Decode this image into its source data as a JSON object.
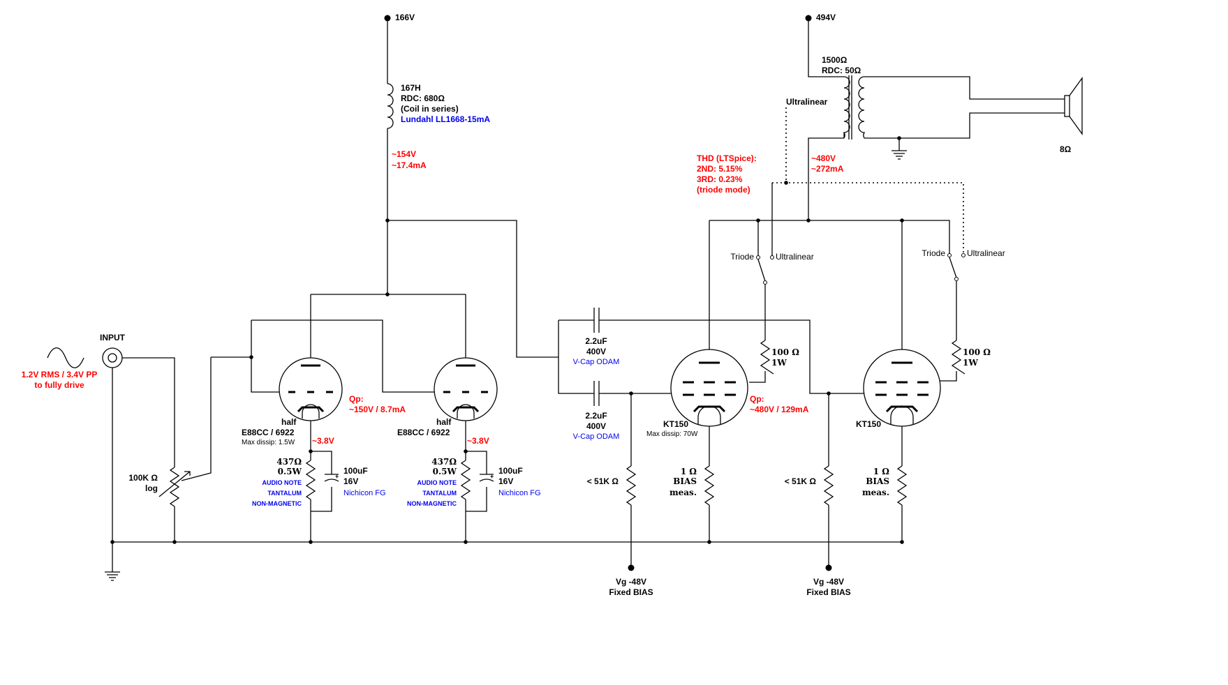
{
  "rails": {
    "b1": "166V",
    "b2": "494V"
  },
  "choke": {
    "l1": "167H",
    "l2": "RDC: 680Ω",
    "l3": "(Coil in series)",
    "part": "Lundahl LL1668-15mA"
  },
  "choke_op": {
    "v": "~154V",
    "i": "~17.4mA"
  },
  "opt": {
    "l1": "1500Ω",
    "l2": "RDC: 50Ω",
    "tap": "Ultralinear",
    "speaker": "8Ω"
  },
  "out_op": {
    "v": "~480V",
    "i": "~272mA"
  },
  "thd": {
    "l1": "THD (LTSpice):",
    "l2": "2ND: 5.15%",
    "l3": "3RD: 0.23%",
    "l4": "(triode mode)"
  },
  "input": {
    "label": "INPUT",
    "sig1": "1.2V RMS / 3.4V PP",
    "sig2": "to fully drive"
  },
  "volume": {
    "l1": "100K Ω",
    "l2": "log"
  },
  "v1": {
    "half": "half",
    "type": "E88CC / 6922",
    "dissip": "Max dissip: 1.5W",
    "vk": "~3.8V",
    "qp1": "Qp:",
    "qp2": "~150V / 8.7mA",
    "rk1": "437Ω",
    "rk2": "0.5W",
    "rkn1": "AUDIO NOTE",
    "rkn2": "TANTALUM",
    "rkn3": "NON-MAGNETIC",
    "ck1": "100uF",
    "ck2": "16V",
    "ck3": "Nichicon FG"
  },
  "v2": {
    "half": "half",
    "type": "E88CC / 6922",
    "vk": "~3.8V",
    "rk1": "437Ω",
    "rk2": "0.5W",
    "rkn1": "AUDIO NOTE",
    "rkn2": "TANTALUM",
    "rkn3": "NON-MAGNETIC",
    "ck1": "100uF",
    "ck2": "16V",
    "ck3": "Nichicon FG"
  },
  "cc1": {
    "l1": "2.2uF",
    "l2": "400V",
    "l3": "V-Cap ODAM"
  },
  "cc2": {
    "l1": "2.2uF",
    "l2": "400V",
    "l3": "V-Cap ODAM"
  },
  "out1": {
    "type": "KT150",
    "dissip": "Max dissip: 70W",
    "qp1": "Qp:",
    "qp2": "~480V / 129mA",
    "rg": "< 51K Ω",
    "rs1": "100 Ω",
    "rs2": "1W",
    "sw_t": "Triode",
    "sw_u": "Ultralinear",
    "rb1": "1 Ω",
    "rb2": "BIAS",
    "rb3": "meas."
  },
  "out2": {
    "type": "KT150",
    "rg": "< 51K Ω",
    "rs1": "100 Ω",
    "rs2": "1W",
    "sw_t": "Triode",
    "sw_u": "Ultralinear",
    "rb1": "1 Ω",
    "rb2": "BIAS",
    "rb3": "meas."
  },
  "bias1": {
    "l1": "Vg -48V",
    "l2": "Fixed BIAS"
  },
  "bias2": {
    "l1": "Vg -48V",
    "l2": "Fixed BIAS"
  }
}
